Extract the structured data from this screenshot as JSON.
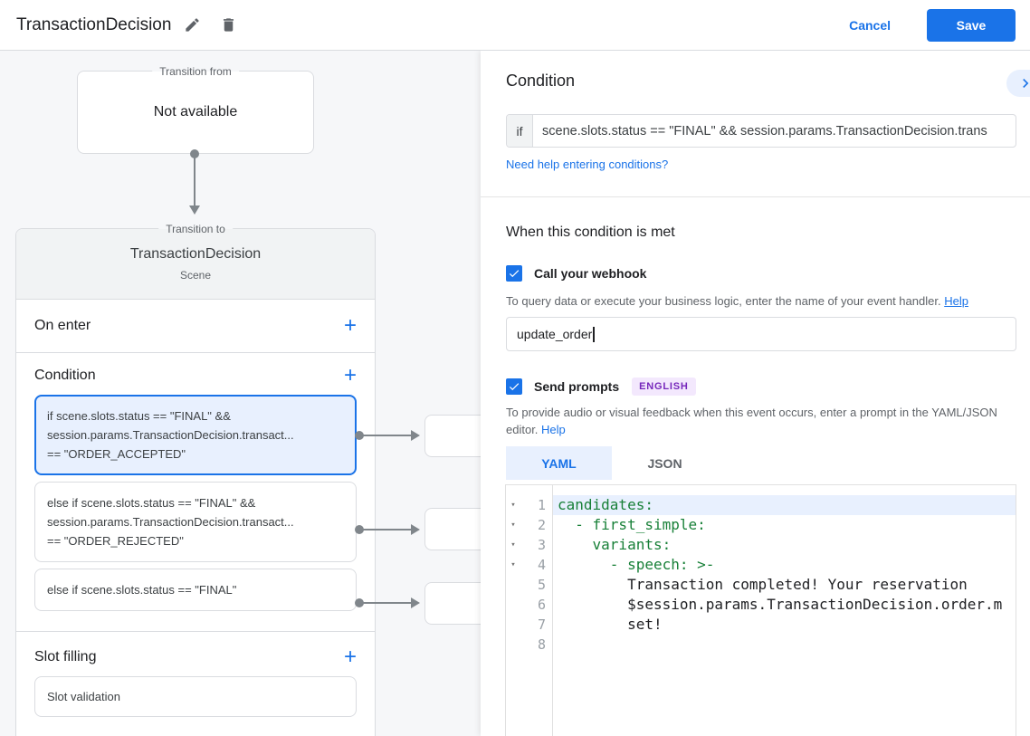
{
  "colors": {
    "accent": "#1a73e8",
    "accent_bg": "#e8f0fe",
    "code_key_green": "#188038",
    "badge_purple": "#7627bb",
    "badge_bg": "#f3e8fd",
    "connector_gray": "#80868b"
  },
  "header": {
    "title": "TransactionDecision",
    "cancel_label": "Cancel",
    "save_label": "Save"
  },
  "canvas": {
    "transition_from": {
      "legend": "Transition from",
      "content": "Not available"
    },
    "transition_to": {
      "legend": "Transition to",
      "title": "TransactionDecision",
      "subtitle": "Scene",
      "on_enter": {
        "label": "On enter",
        "add": "+"
      },
      "condition": {
        "label": "Condition",
        "add": "+",
        "cards": [
          {
            "lines": [
              "if scene.slots.status == \"FINAL\" &&",
              "session.params.TransactionDecision.transact...",
              "== \"ORDER_ACCEPTED\""
            ]
          },
          {
            "lines": [
              "else if scene.slots.status == \"FINAL\" &&",
              "session.params.TransactionDecision.transact...",
              "== \"ORDER_REJECTED\""
            ]
          },
          {
            "lines": [
              "else if scene.slots.status == \"FINAL\""
            ]
          }
        ]
      },
      "slot_filling": {
        "label": "Slot filling",
        "add": "+",
        "card": "Slot validation"
      }
    }
  },
  "panel": {
    "condition": {
      "heading": "Condition",
      "if_label": "if",
      "if_value": "scene.slots.status == \"FINAL\" && session.params.TransactionDecision.trans",
      "help_link": "Need help entering conditions?"
    },
    "when_met": {
      "heading": "When this condition is met",
      "webhook": {
        "label": "Call your webhook",
        "description": "To query data or execute your business logic, enter the name of your event handler.",
        "help_label": "Help",
        "value": "update_order"
      },
      "prompts": {
        "label": "Send prompts",
        "badge": "ENGLISH",
        "description": "To provide audio or visual feedback when this event occurs, enter a prompt in the YAML/JSON editor.",
        "help_label": "Help",
        "tab_yaml": "YAML",
        "tab_json": "JSON",
        "active_tab": "YAML"
      }
    },
    "editor": {
      "lines": [
        {
          "num": "1",
          "text": "candidates:"
        },
        {
          "num": "2",
          "text": "  - first_simple:"
        },
        {
          "num": "3",
          "text": "    variants:"
        },
        {
          "num": "4",
          "text": "      - speech: >-"
        },
        {
          "num": "5",
          "text": "        Transaction completed! Your reservation"
        },
        {
          "num": "6",
          "text": "        $session.params.TransactionDecision.order.m"
        },
        {
          "num": "7",
          "text": "        set!"
        },
        {
          "num": "8",
          "text": ""
        }
      ]
    }
  }
}
